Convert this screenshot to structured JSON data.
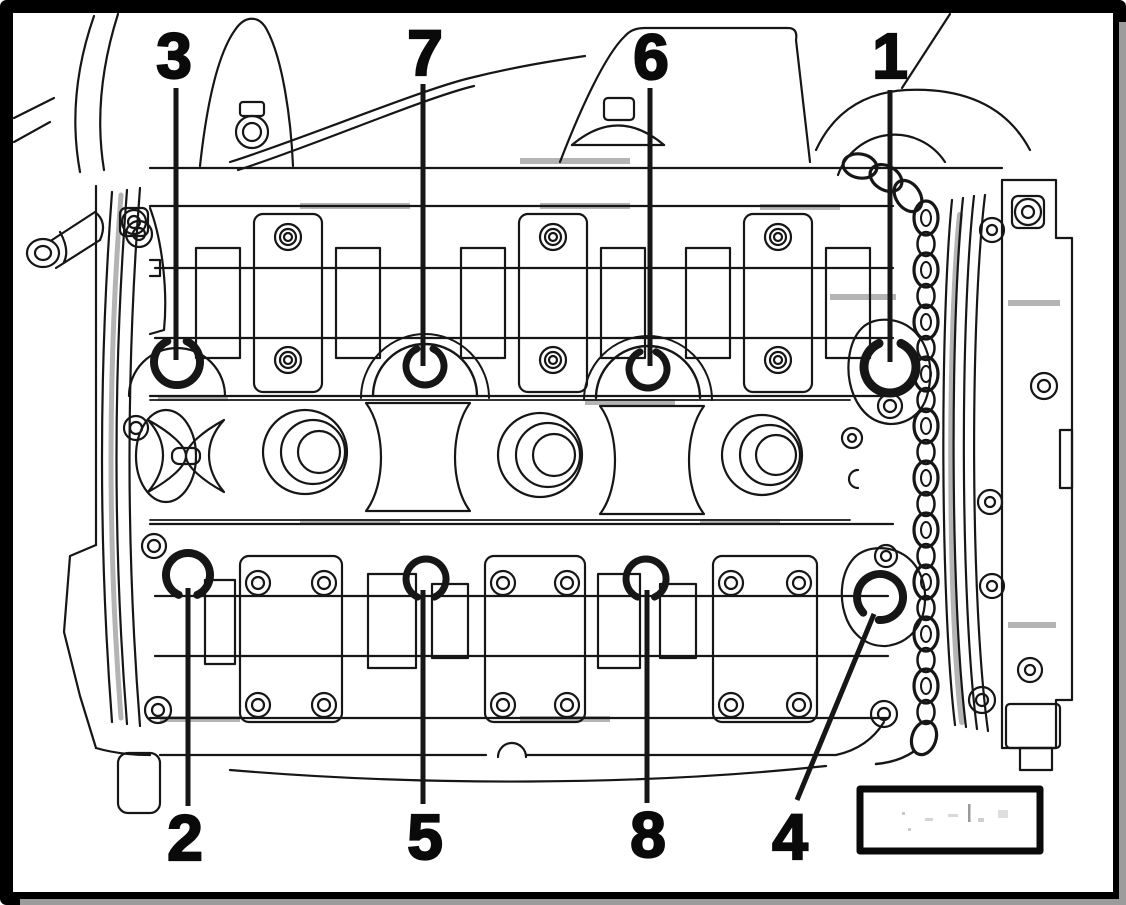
{
  "figure": {
    "kind": "cylinder-head-bolt-tightening-sequence-diagram",
    "description": "Top view line drawing of an engine cylinder head with twin camshafts, timing chain at right, and numbered bolt tightening sequence callouts",
    "background_color": "#ffffff",
    "line_color": "#161616",
    "shadow_gray": "#b4b4b4",
    "frame_color": "#000000"
  },
  "callouts": {
    "c1": {
      "label": "1"
    },
    "c2": {
      "label": "2"
    },
    "c3": {
      "label": "3"
    },
    "c4": {
      "label": "4"
    },
    "c5": {
      "label": "5"
    },
    "c6": {
      "label": "6"
    },
    "c7": {
      "label": "7"
    },
    "c8": {
      "label": "8"
    }
  },
  "sequence_layout": {
    "top_row_left_to_right": [
      "3",
      "7",
      "6",
      "1"
    ],
    "bottom_row_left_to_right": [
      "2",
      "5",
      "8",
      "4"
    ]
  },
  "stamp_box": {
    "text": "",
    "appearance": "faint illegible stamp marks"
  }
}
